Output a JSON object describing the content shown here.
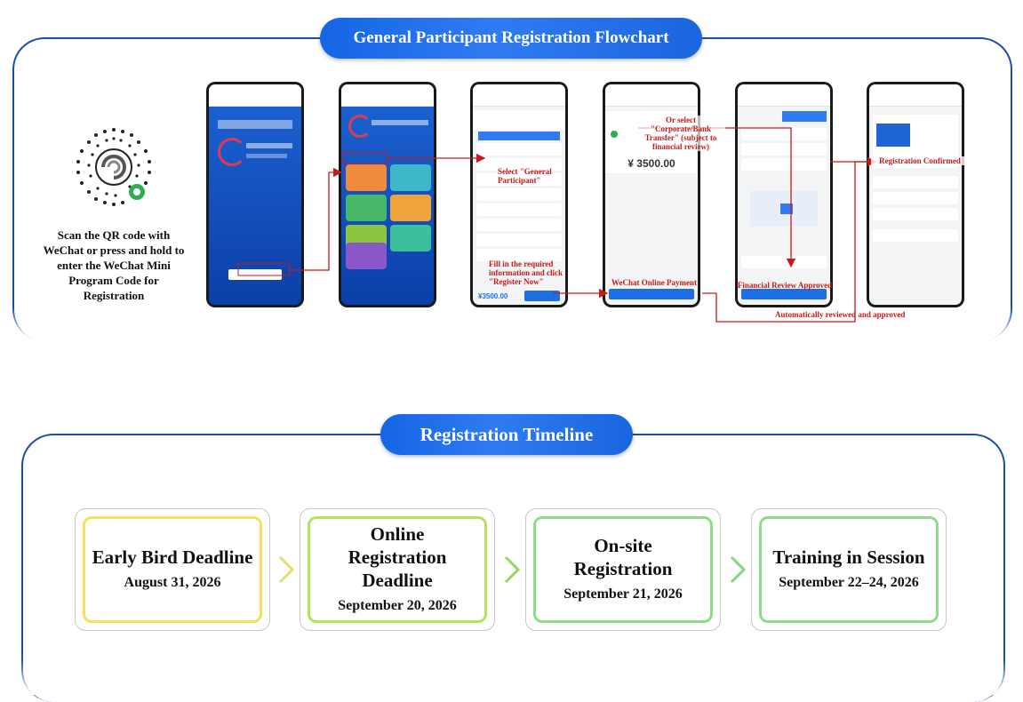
{
  "flowchart": {
    "title": "General Participant Registration Flowchart",
    "qr_caption": "Scan the QR code with WeChat or press and hold to enter the WeChat Mini Program Code for Registration",
    "amount": "¥ 3500.00",
    "amount_bar": "¥3500.00",
    "annotations": {
      "select_general": "Select \"General Participant\"",
      "fill_info": "Fill in the required information and click \"Register Now\"",
      "or_select_corporate": "Or select \"Corporate/Bank Transfer\" (subject to financial review)",
      "wechat_payment": "WeChat Online Payment",
      "financial_review": "Financial Review Approved",
      "auto_reviewed": "Automatically reviewed and approved",
      "registration_confirmed": "Registration Confirmed"
    },
    "colors": {
      "accent": "#1f4fa3",
      "annotation": "#c91a1a"
    }
  },
  "timeline": {
    "title": "Registration Timeline",
    "steps": [
      {
        "title": "Early Bird Deadline",
        "date": "August 31, 2026",
        "color": "#f2e15a"
      },
      {
        "title": "Online Registration Deadline",
        "date": "September 20, 2026",
        "color": "#b7e05b"
      },
      {
        "title": "On-site Registration",
        "date": "September 21, 2026",
        "color": "#8edc8a"
      },
      {
        "title": "Training in Session",
        "date": "September 22–24, 2026",
        "color": "#8edc8a"
      }
    ],
    "arrow_icon": "chevron-right-icon"
  }
}
